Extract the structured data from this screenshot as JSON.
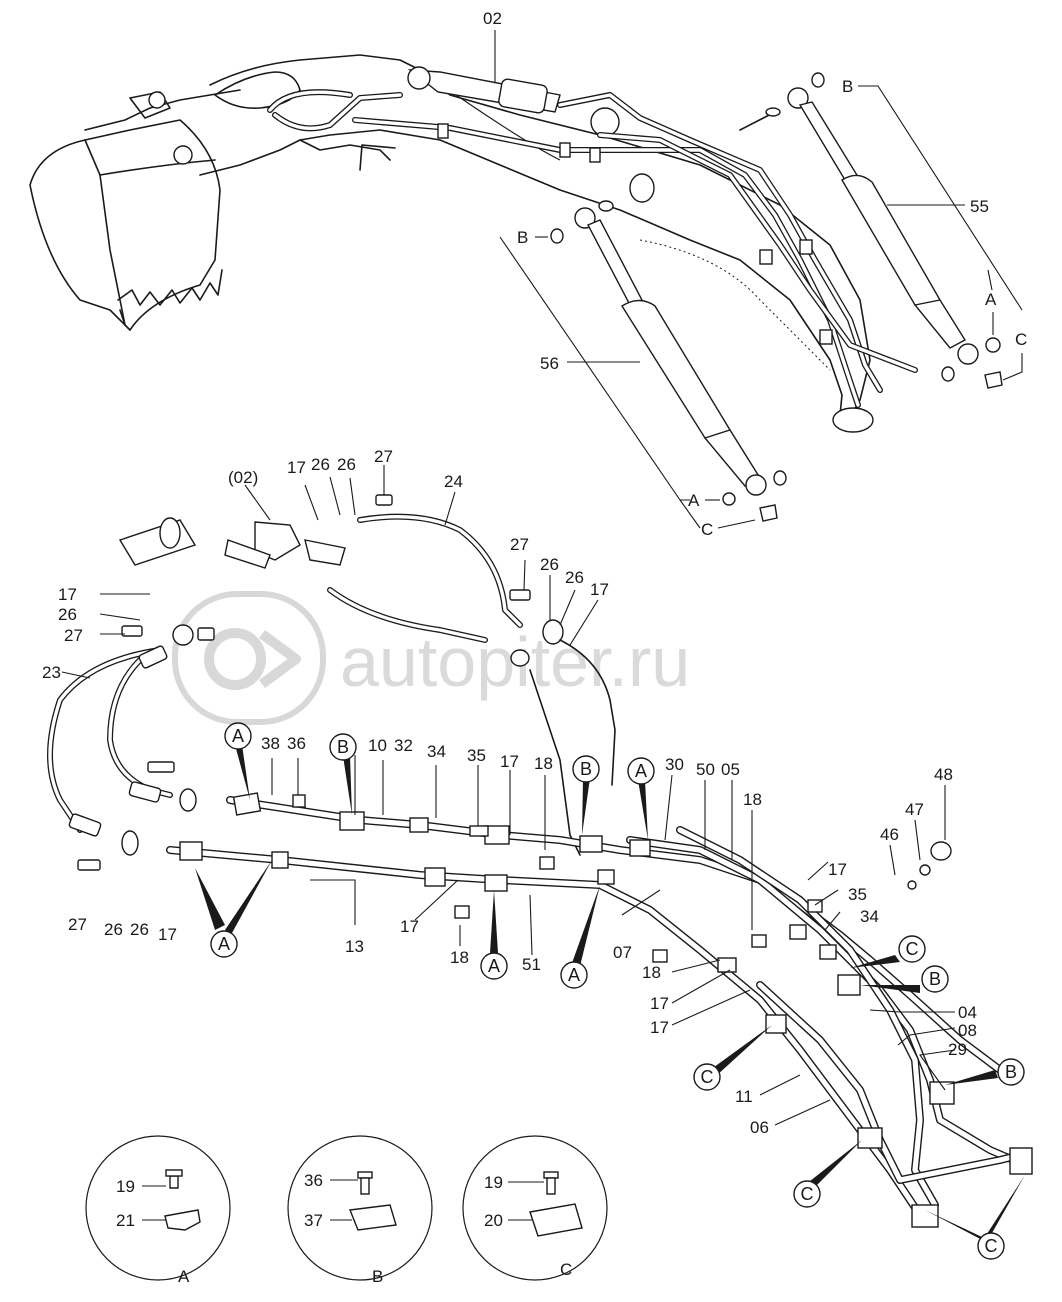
{
  "watermark": {
    "text": "autopiter.ru"
  },
  "top_labels": {
    "boom_ref": "02",
    "cyl_upper": "55",
    "cyl_lower": "56",
    "b1": "B",
    "b2": "B",
    "a1": "A",
    "c1": "C",
    "a2": "A",
    "c2": "C"
  },
  "part_numbers": {
    "ref_02": "(02)",
    "p17a": "17",
    "p26a": "26",
    "p26b": "26",
    "p27a": "27",
    "p24": "24",
    "p27b": "27",
    "p26c": "26",
    "p26d": "26",
    "p17b": "17",
    "p17c": "17",
    "p26e": "26",
    "p27c": "27",
    "p23": "23",
    "p38": "38",
    "p36": "36",
    "p10": "10",
    "p32": "32",
    "p34a": "34",
    "p35a": "35",
    "p17d": "17",
    "p18a": "18",
    "p30": "30",
    "p50": "50",
    "p05": "05",
    "p18b": "18",
    "p48": "48",
    "p47": "47",
    "p46": "46",
    "p27d": "27",
    "p26f": "26",
    "p26g": "26",
    "p17e": "17",
    "p13": "13",
    "p17f": "17",
    "p18c": "18",
    "p51": "51",
    "p07": "07",
    "p18d": "18",
    "p17g": "17",
    "p17h": "17",
    "p17i": "17",
    "p35b": "35",
    "p34b": "34",
    "p04": "04",
    "p08": "08",
    "p29": "29",
    "p11": "11",
    "p06": "06"
  },
  "callouts": {
    "a": "A",
    "b": "B",
    "c": "C"
  },
  "details": [
    {
      "name": "A",
      "bolt": "19",
      "clamp": "21"
    },
    {
      "name": "B",
      "bolt": "36",
      "clamp": "37"
    },
    {
      "name": "C",
      "bolt": "19",
      "clamp": "20"
    }
  ]
}
